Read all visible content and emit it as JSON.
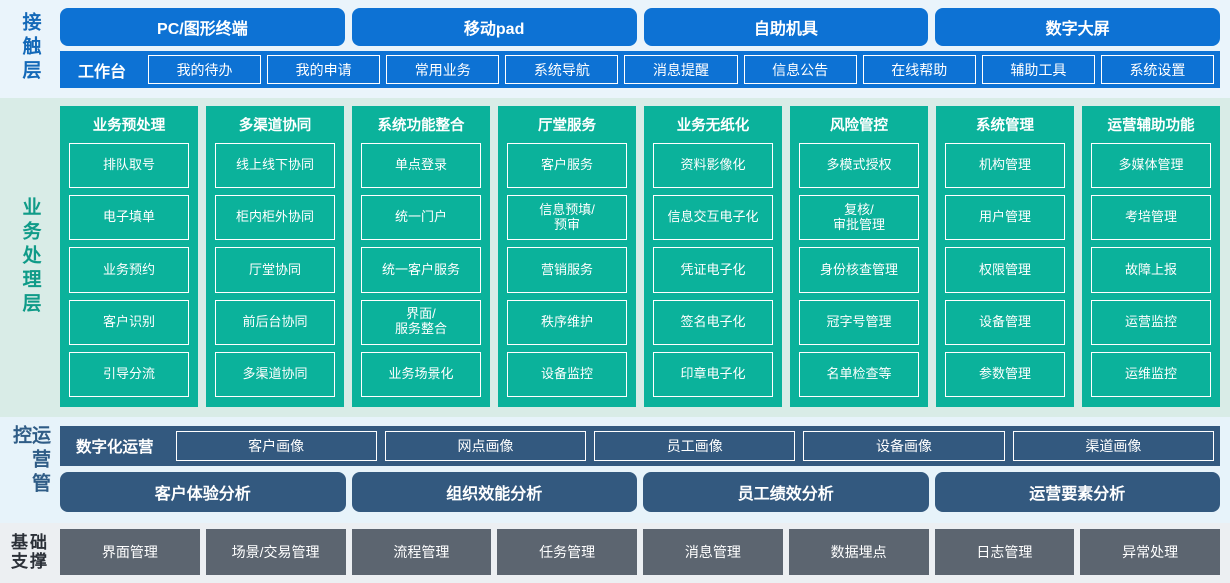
{
  "layers": {
    "contact": {
      "label": "接触层",
      "channels": [
        "PC/图形终端",
        "移动pad",
        "自助机具",
        "数字大屏"
      ],
      "workbench_title": "工作台",
      "workbench_items": [
        "我的待办",
        "我的申请",
        "常用业务",
        "系统导航",
        "消息提醒",
        "信息公告",
        "在线帮助",
        "辅助工具",
        "系统设置"
      ]
    },
    "business": {
      "label": "业务处理层",
      "columns": [
        {
          "title": "业务预处理",
          "items": [
            "排队取号",
            "电子填单",
            "业务预约",
            "客户识别",
            "引导分流"
          ]
        },
        {
          "title": "多渠道协同",
          "items": [
            "线上线下协同",
            "柜内柜外协同",
            "厅堂协同",
            "前后台协同",
            "多渠道协同"
          ]
        },
        {
          "title": "系统功能整合",
          "items": [
            "单点登录",
            "统一门户",
            "统一客户服务",
            "界面/服务整合",
            "业务场景化"
          ]
        },
        {
          "title": "厅堂服务",
          "items": [
            "客户服务",
            "信息预填/预审",
            "营销服务",
            "秩序维护",
            "设备监控"
          ]
        },
        {
          "title": "业务无纸化",
          "items": [
            "资料影像化",
            "信息交互电子化",
            "凭证电子化",
            "签名电子化",
            "印章电子化"
          ]
        },
        {
          "title": "风险管控",
          "items": [
            "多模式授权",
            "复核/审批管理",
            "身份核查管理",
            "冠字号管理",
            "名单检查等"
          ]
        },
        {
          "title": "系统管理",
          "items": [
            "机构管理",
            "用户管理",
            "权限管理",
            "设备管理",
            "参数管理"
          ]
        },
        {
          "title": "运营辅助功能",
          "items": [
            "多媒体管理",
            "考培管理",
            "故障上报",
            "运营监控",
            "运维监控"
          ]
        }
      ]
    },
    "operations": {
      "label": "运营管控",
      "portrait_title": "数字化运营",
      "portraits": [
        "客户画像",
        "网点画像",
        "员工画像",
        "设备画像",
        "渠道画像"
      ],
      "analyses": [
        "客户体验分析",
        "组织效能分析",
        "员工绩效分析",
        "运营要素分析"
      ]
    },
    "foundation": {
      "label_line1": "基础",
      "label_line2": "支撑",
      "items": [
        "界面管理",
        "场景/交易管理",
        "流程管理",
        "任务管理",
        "消息管理",
        "数据埋点",
        "日志管理",
        "异常处理"
      ]
    }
  },
  "colors": {
    "contact_band_bg": "#eaf4fb",
    "contact_accent": "#0d72d4",
    "business_band_bg": "#d9ece7",
    "business_accent": "#0bb29b",
    "operations_band_bg": "#e7f3fa",
    "operations_accent": "#33597f",
    "foundation_band_bg": "#eceff2",
    "foundation_accent": "#5c6570"
  }
}
